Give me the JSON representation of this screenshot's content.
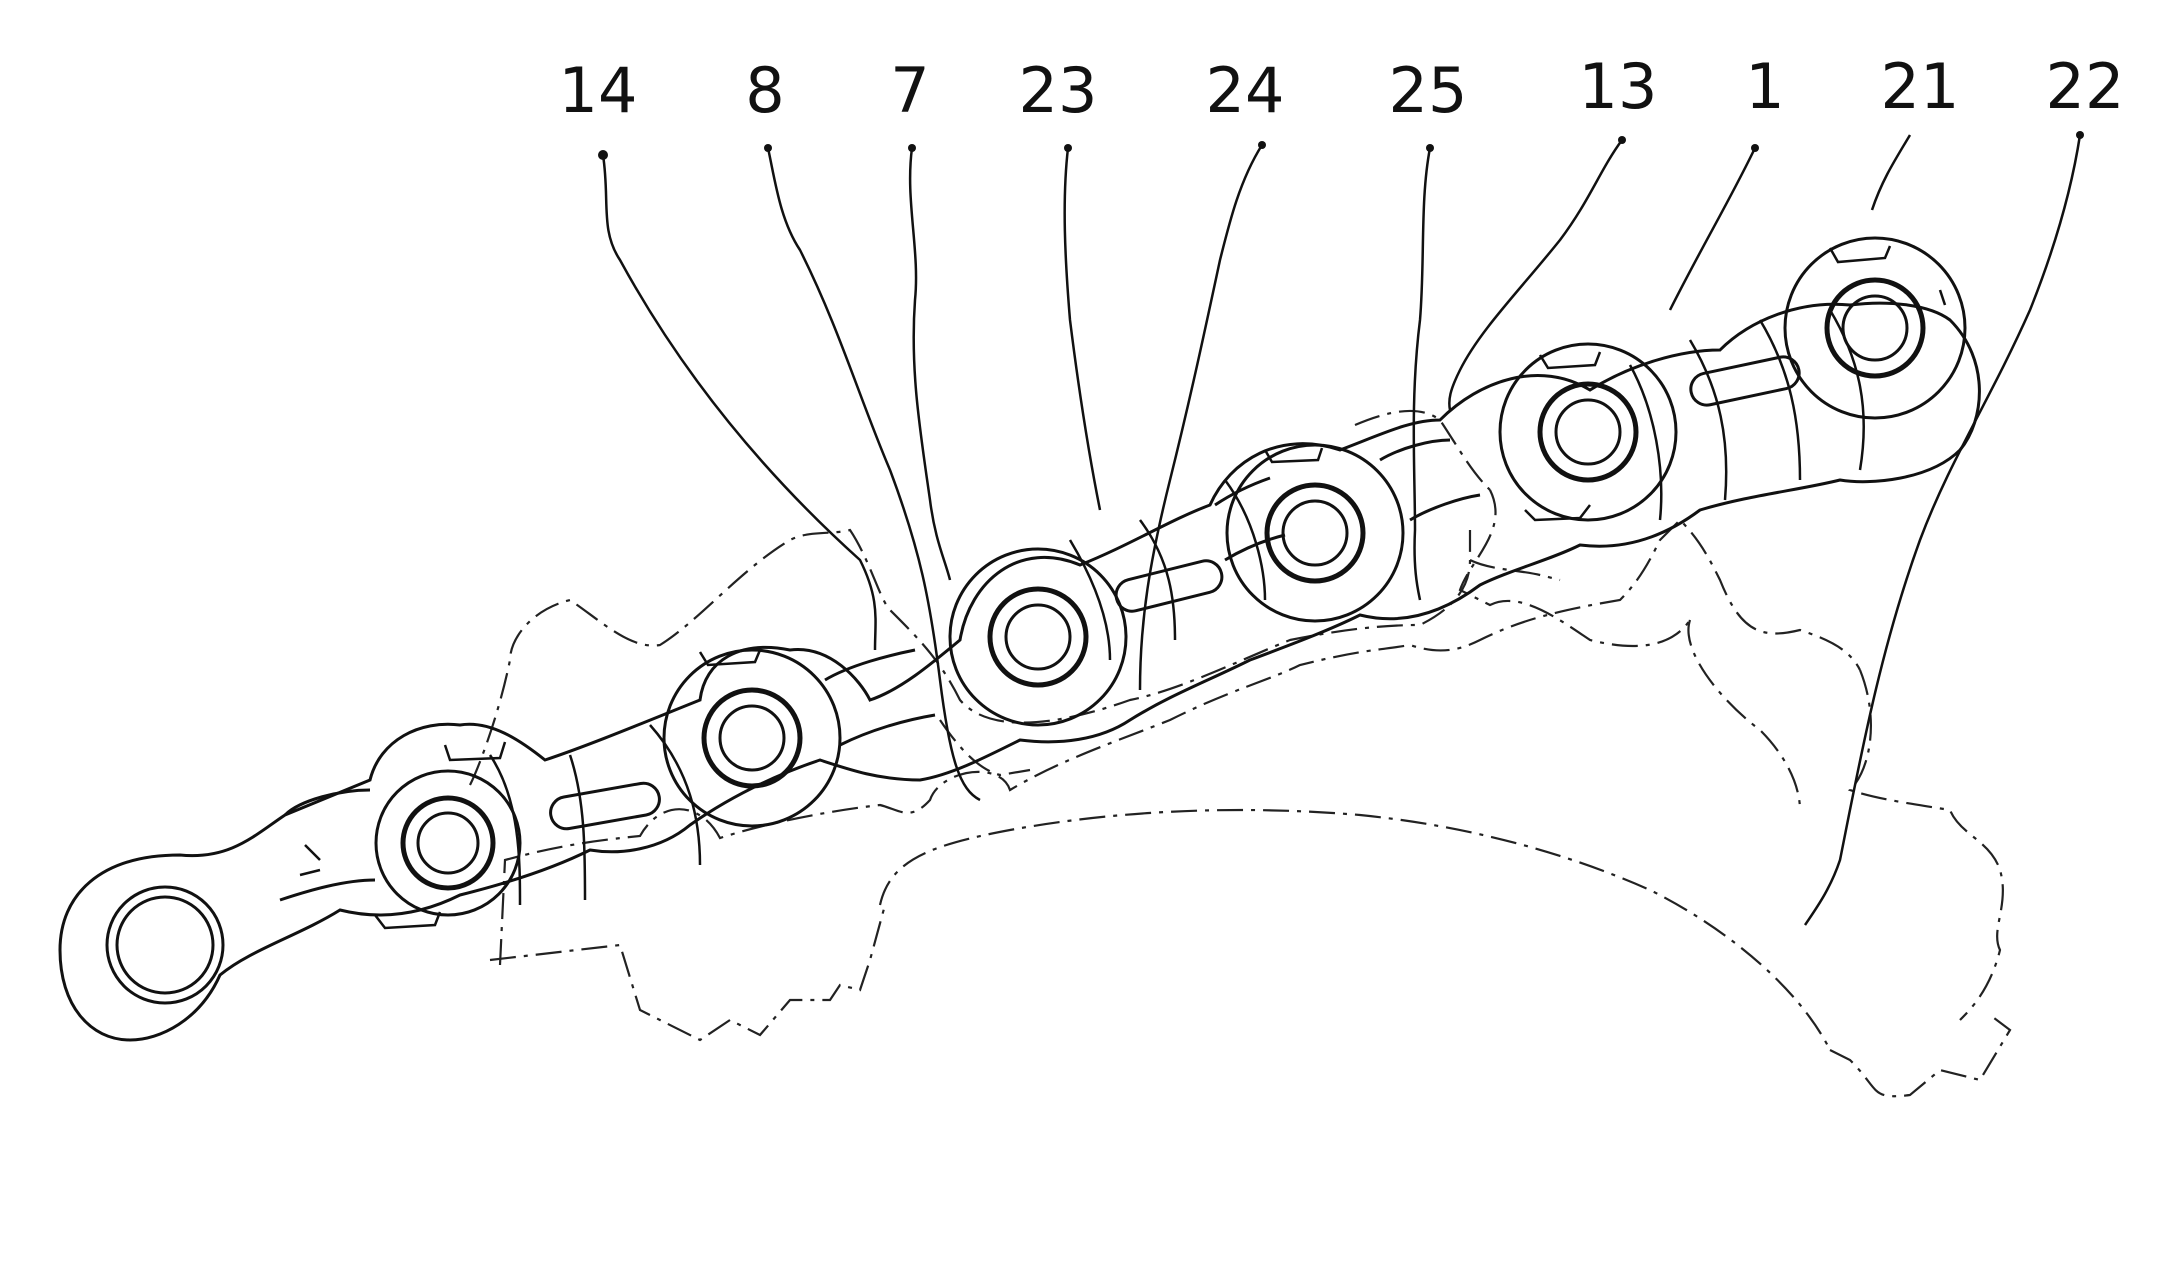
{
  "figure": {
    "labels": [
      {
        "id": "label-14",
        "text": "14"
      },
      {
        "id": "label-8",
        "text": "8"
      },
      {
        "id": "label-7",
        "text": "7"
      },
      {
        "id": "label-23",
        "text": "23"
      },
      {
        "id": "label-24",
        "text": "24"
      },
      {
        "id": "label-25",
        "text": "25"
      },
      {
        "id": "label-13",
        "text": "13"
      },
      {
        "id": "label-1",
        "text": "1"
      },
      {
        "id": "label-21",
        "text": "21"
      },
      {
        "id": "label-22",
        "text": "22"
      }
    ]
  },
  "colors": {
    "ink": "#111111",
    "background": "#ffffff"
  }
}
